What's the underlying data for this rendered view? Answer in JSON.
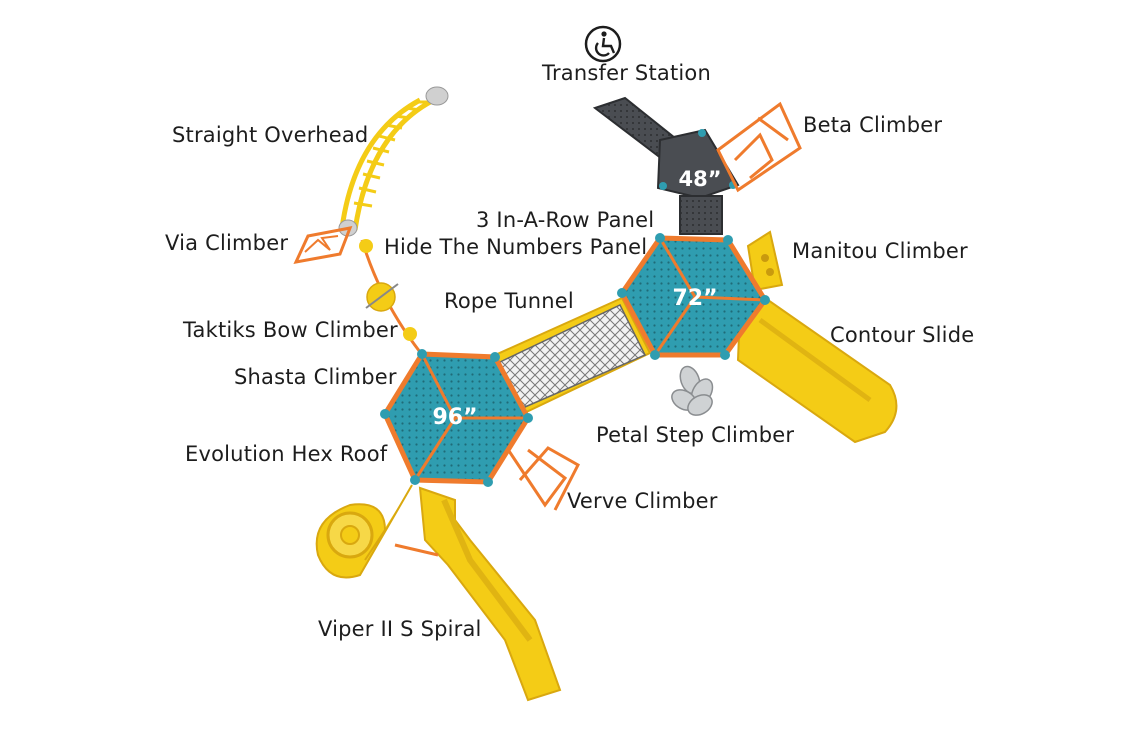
{
  "labels": {
    "transfer_station": "Transfer Station",
    "beta_climber": "Beta Climber",
    "straight_overhead": "Straight Overhead",
    "three_in_a_row": "3 In-A-Row Panel",
    "via_climber": "Via Climber",
    "hide_numbers": "Hide The Numbers Panel",
    "manitou_climber": "Manitou Climber",
    "rope_tunnel": "Rope Tunnel",
    "taktiks": "Taktiks Bow Climber",
    "contour_slide": "Contour Slide",
    "shasta_climber": "Shasta Climber",
    "petal_step": "Petal Step Climber",
    "evolution_roof": "Evolution Hex Roof",
    "verve_climber": "Verve Climber",
    "viper_spiral": "Viper II S Spiral"
  },
  "decks": {
    "large": "96”",
    "medium": "72”",
    "small": "48”"
  },
  "icons": {
    "accessibility": "accessibility-icon"
  },
  "colors": {
    "deck_teal": "#2f9db0",
    "frame_orange": "#ef7b2d",
    "slide_yellow": "#f4cc16",
    "transfer_gray": "#4a4d52",
    "label_text": "#1d1d1d"
  }
}
